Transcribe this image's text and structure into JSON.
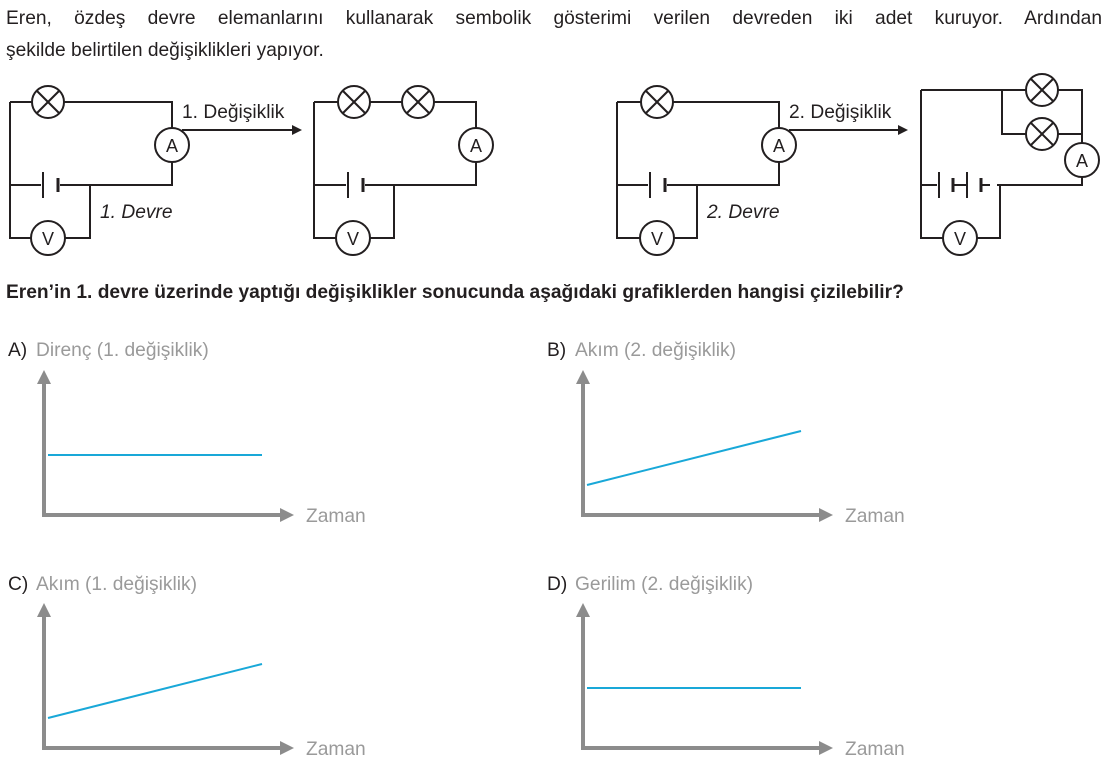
{
  "intro": {
    "line1": "Eren, özdeş devre elemanlarını kullanarak sembolik gösterimi verilen devreden iki adet kuruyor. Ardından",
    "line2": "şekilde belirtilen değişiklikleri yapıyor."
  },
  "circuits": {
    "change1_label": "1. Değişiklik",
    "change2_label": "2. Değişiklik",
    "circuit1_label": "1. Devre",
    "circuit2_label": "2. Devre",
    "ammeter_symbol": "A",
    "voltmeter_symbol": "V",
    "icons": [
      "lamp-icon",
      "ammeter-icon",
      "voltmeter-icon",
      "battery-icon",
      "arrow-right-icon"
    ]
  },
  "question": "Eren’in 1. devre üzerinde yaptığı değişiklikler sonucunda aşağıdaki grafiklerden hangisi çizilebilir?",
  "options": [
    {
      "letter": "A)",
      "title": "Direnç (1. değişiklik)",
      "xlabel": "Zaman"
    },
    {
      "letter": "B)",
      "title": "Akım (2. değişiklik)",
      "xlabel": "Zaman"
    },
    {
      "letter": "C)",
      "title": "Akım (1. değişiklik)",
      "xlabel": "Zaman"
    },
    {
      "letter": "D)",
      "title": "Gerilim (2. değişiklik)",
      "xlabel": "Zaman"
    }
  ],
  "chart_data": [
    {
      "type": "line",
      "title": "Direnç (1. değişiklik)",
      "xlabel": "Zaman",
      "ylabel": "",
      "trend": "constant",
      "series": [
        {
          "x": [
            0,
            1
          ],
          "y": [
            1,
            1
          ]
        }
      ]
    },
    {
      "type": "line",
      "title": "Akım (2. değişiklik)",
      "xlabel": "Zaman",
      "ylabel": "",
      "trend": "increasing",
      "series": [
        {
          "x": [
            0,
            1
          ],
          "y": [
            0.5,
            1.4
          ]
        }
      ]
    },
    {
      "type": "line",
      "title": "Akım (1. değişiklik)",
      "xlabel": "Zaman",
      "ylabel": "",
      "trend": "increasing",
      "series": [
        {
          "x": [
            0,
            1
          ],
          "y": [
            0.5,
            1.4
          ]
        }
      ]
    },
    {
      "type": "line",
      "title": "Gerilim (2. değişiklik)",
      "xlabel": "Zaman",
      "ylabel": "",
      "trend": "constant",
      "series": [
        {
          "x": [
            0,
            1
          ],
          "y": [
            1,
            1
          ]
        }
      ]
    }
  ],
  "colors": {
    "axis": "#8c8c8c",
    "series": "#19a8d8",
    "label_gray": "#9a9a9a",
    "text": "#231f20"
  }
}
